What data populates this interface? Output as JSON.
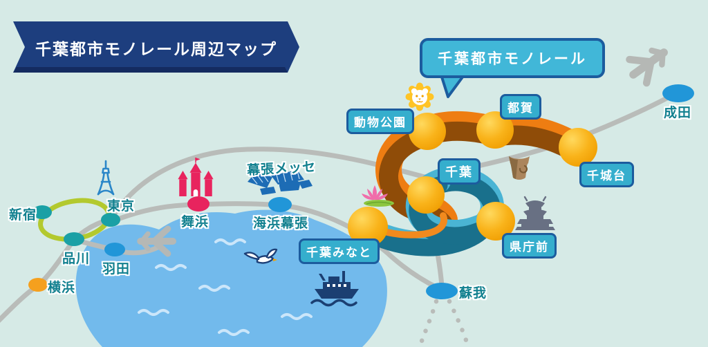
{
  "banner": {
    "title": "千葉都市モノレール周辺マップ"
  },
  "callout": {
    "label": "千葉都市モノレール"
  },
  "monorail": {
    "name": "千葉都市モノレール",
    "stations": [
      {
        "name": "動物公園"
      },
      {
        "name": "都賀"
      },
      {
        "name": "千城台"
      },
      {
        "name": "千葉"
      },
      {
        "name": "県庁前"
      },
      {
        "name": "千葉みなと"
      }
    ]
  },
  "rail_stations": [
    {
      "name": "新宿",
      "marker_color": "#1aa0a5"
    },
    {
      "name": "東京",
      "marker_color": "#1aa0a5"
    },
    {
      "name": "品川",
      "marker_color": "#1aa0a5"
    },
    {
      "name": "羽田",
      "marker_color": "#2196d8"
    },
    {
      "name": "横浜",
      "marker_color": "#f5a01e"
    },
    {
      "name": "舞浜",
      "marker_color": "#e8245e"
    },
    {
      "name": "海浜幕張",
      "marker_color": "#2196d8"
    },
    {
      "name": "成田",
      "marker_color": "#2196d8"
    },
    {
      "name": "蘇我",
      "marker_color": "#2196d8"
    }
  ],
  "landmarks": [
    {
      "name": "幕張メッセ"
    }
  ],
  "icons": [
    "lion-icon",
    "airplane-icon",
    "tokyo-tower-icon",
    "disney-castle-icon",
    "makuhari-messe-icon",
    "lotus-icon",
    "pottery-icon",
    "chiba-castle-icon",
    "ship-icon",
    "seagull-icon"
  ],
  "colors": {
    "background": "#d6eae6",
    "bay_blue": "#72baec",
    "wave_blue": "#cbe6fa",
    "monorail_orange": "#ee7d12",
    "monorail_orange_dark": "#8f4c08",
    "monorail_teal": "#19708c",
    "monorail_teal_light": "#4ab4d4",
    "station_gold": "#f7a600",
    "label_box_bg": "#35aecd",
    "label_box_border": "#1c5c9e",
    "banner_navy": "#1d3e7e",
    "gray_line": "#b9bcb9",
    "yamanote_green": "#b3c92e",
    "label_text_teal": "#11808f"
  }
}
